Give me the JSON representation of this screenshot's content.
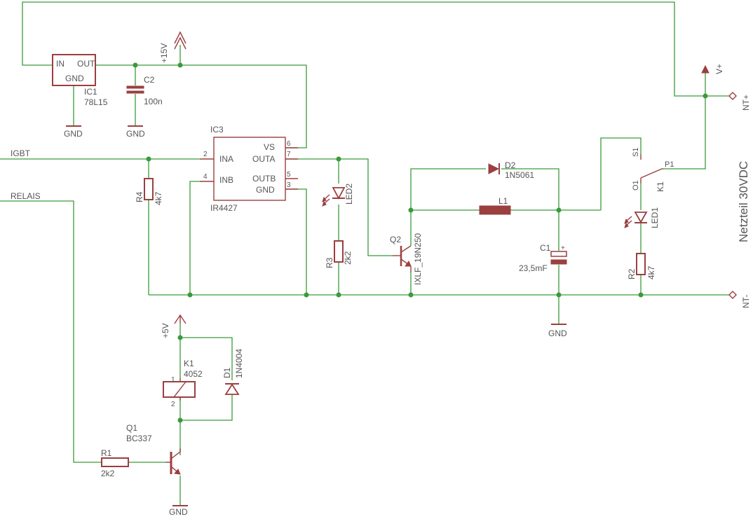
{
  "colors": {
    "wire": "#3a9a3a",
    "symbol": "#9b3f3f",
    "text": "#555555"
  },
  "title": "Netzteil 30VDC",
  "signals": {
    "igbt": "IGBT",
    "relais": "RELAIS"
  },
  "supplies": {
    "p15": "+15V",
    "p5": "+5V",
    "vplus": "V+",
    "ntplus": "NT+",
    "ntminus": "NT-"
  },
  "gnd": "GND",
  "ic1": {
    "name": "IC1",
    "value": "78L15",
    "pin_in": "IN",
    "pin_out": "OUT",
    "pin_gnd": "GND"
  },
  "c2": {
    "name": "C2",
    "value": "100n"
  },
  "ic3": {
    "name": "IC3",
    "value": "IR4427",
    "pins": {
      "ina": "INA",
      "inb": "INB",
      "vs": "VS",
      "outa": "OUTA",
      "outb": "OUTB",
      "gnd": "GND"
    },
    "nums": {
      "p2": "2",
      "p4": "4",
      "p6": "6",
      "p7": "7",
      "p5": "5",
      "p3": "3"
    }
  },
  "r4": {
    "name": "R4",
    "value": "4k7"
  },
  "led2": {
    "name": "LED2"
  },
  "r3": {
    "name": "R3",
    "value": "2k2"
  },
  "q2": {
    "name": "Q2",
    "value": "IXLF_19N250"
  },
  "d2": {
    "name": "D2",
    "value": "1N5061"
  },
  "l1": {
    "name": "L1"
  },
  "c1": {
    "name": "C1",
    "value": "23,5mF"
  },
  "k1sw": {
    "name": "K1",
    "s1": "S1",
    "o1": "O1",
    "p1": "P1"
  },
  "led1": {
    "name": "LED1"
  },
  "r2": {
    "name": "R2",
    "value": "4k7"
  },
  "k1": {
    "name": "K1",
    "value": "4052",
    "pin1": "1",
    "pin2": "2"
  },
  "d1": {
    "name": "D1",
    "value": "1N4004"
  },
  "q1": {
    "name": "Q1",
    "value": "BC337"
  },
  "r1": {
    "name": "R1",
    "value": "2k2"
  }
}
